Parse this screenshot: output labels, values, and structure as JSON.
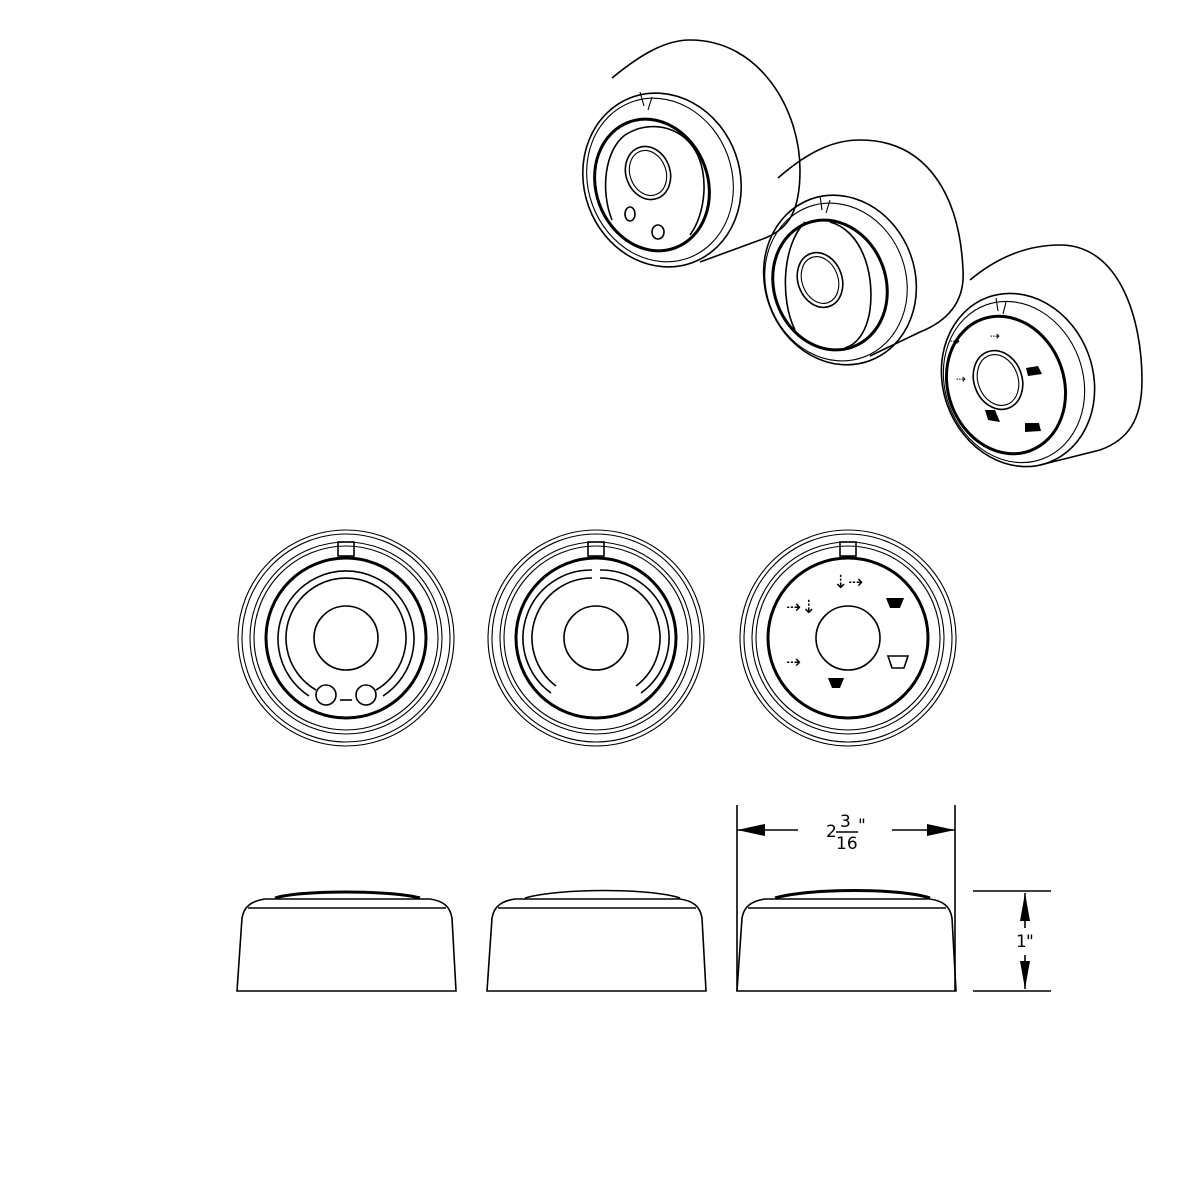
{
  "figure": {
    "description": "Technical line drawing of three rotary control knobs (climate control) in isometric, front and side views",
    "views": [
      "isometric",
      "front",
      "side"
    ],
    "knobs": [
      {
        "id": "knob-1",
        "label": "temperature knob with two indicator dots"
      },
      {
        "id": "knob-2",
        "label": "fan speed knob with arc slot"
      },
      {
        "id": "knob-3",
        "label": "mode knob with airflow icons"
      }
    ],
    "mode_icons": [
      "vent-face-feet",
      "vent-face",
      "defrost-feet",
      "defrost",
      "defrost-floor",
      "vent-feet"
    ]
  },
  "dimensions": {
    "width": {
      "whole": "2",
      "numerator": "3",
      "denominator": "16",
      "unit": "\""
    },
    "height": {
      "value": "1",
      "unit": "\""
    }
  },
  "colors": {
    "line": "#000000",
    "background": "#ffffff"
  }
}
